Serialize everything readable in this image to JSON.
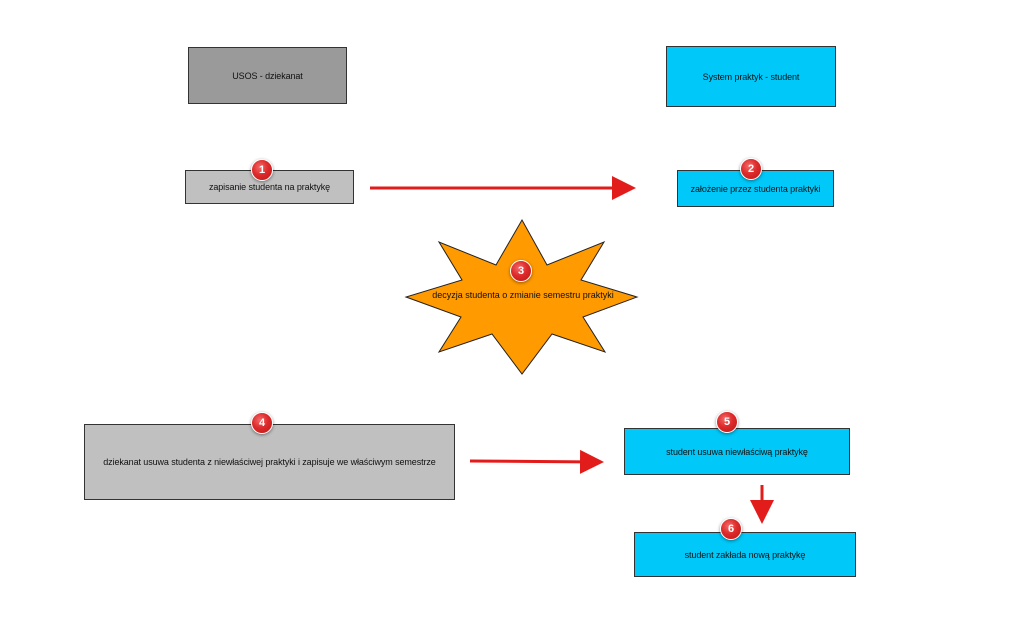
{
  "diagram": {
    "usos_header": "USOS - dziekanat",
    "system_header": "System praktyk - student",
    "steps": [
      {
        "number": "1",
        "text": "zapisanie studenta na praktykę"
      },
      {
        "number": "2",
        "text": "założenie przez studenta praktyki"
      },
      {
        "number": "3",
        "text": "decyzja studenta o zmianie semestru praktyki"
      },
      {
        "number": "4",
        "text": "dziekanat usuwa studenta z niewłaściwej praktyki i zapisuje we właściwym semestrze"
      },
      {
        "number": "5",
        "text": "student usuwa niewłaściwą praktykę"
      },
      {
        "number": "6",
        "text": "student zakłada nową praktykę"
      }
    ],
    "colors": {
      "usos_header": "#9a9a9a",
      "usos_step": "#c0c0c0",
      "system": "#00c8f8",
      "star": "#ff9a00",
      "arrow": "#e21b1b",
      "badge": "#de2a2a"
    }
  }
}
